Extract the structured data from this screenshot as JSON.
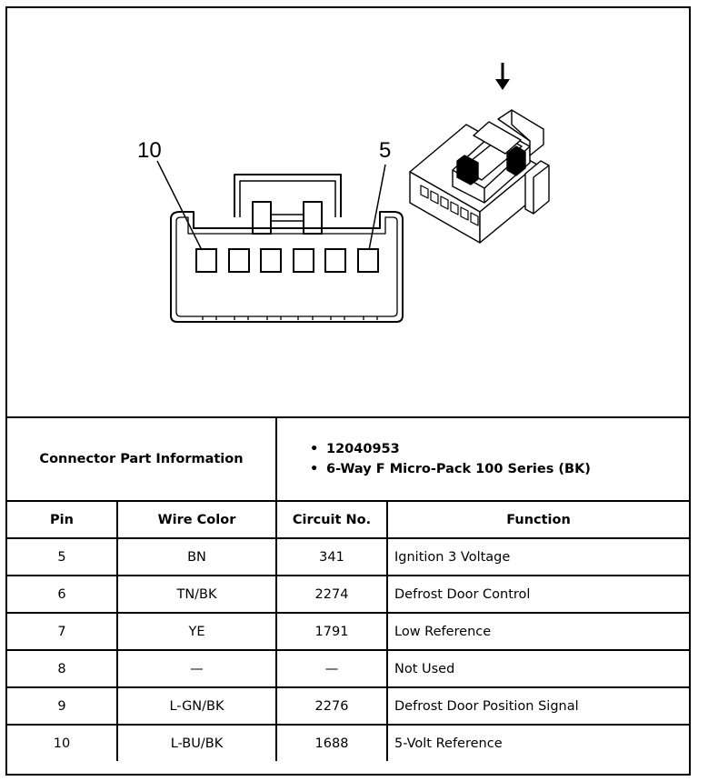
{
  "diagram": {
    "pin_label_left": "10",
    "pin_label_right": "5",
    "insert_arrow_icon": "down-arrow-icon"
  },
  "connector_info": {
    "header": "Connector Part Information",
    "bullet_glyph": "•",
    "items": [
      "12040953",
      "6-Way F Micro-Pack 100 Series (BK)"
    ]
  },
  "pin_table": {
    "columns": [
      "Pin",
      "Wire Color",
      "Circuit No.",
      "Function"
    ],
    "rows": [
      {
        "pin": "5",
        "wire_color": "BN",
        "circuit": "341",
        "function": "Ignition 3 Voltage"
      },
      {
        "pin": "6",
        "wire_color": "TN/BK",
        "circuit": "2274",
        "function": "Defrost Door Control"
      },
      {
        "pin": "7",
        "wire_color": "YE",
        "circuit": "1791",
        "function": "Low Reference"
      },
      {
        "pin": "8",
        "wire_color": "—",
        "circuit": "—",
        "function": "Not Used"
      },
      {
        "pin": "9",
        "wire_color": "L-GN/BK",
        "circuit": "2276",
        "function": "Defrost Door Position Signal"
      },
      {
        "pin": "10",
        "wire_color": "L-BU/BK",
        "circuit": "1688",
        "function": "5-Volt Reference"
      }
    ]
  }
}
